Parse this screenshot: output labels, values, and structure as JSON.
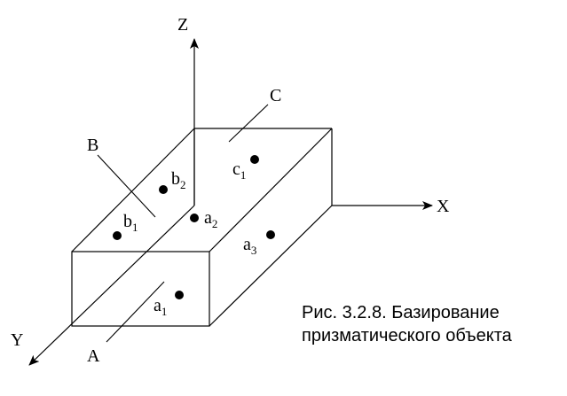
{
  "axes": {
    "z": "Z",
    "x": "X",
    "y": "Y"
  },
  "faces": {
    "top": "B",
    "back": "C",
    "front": "A"
  },
  "points": {
    "a1": {
      "base": "a",
      "index": "1"
    },
    "a2": {
      "base": "a",
      "index": "2"
    },
    "a3": {
      "base": "a",
      "index": "3"
    },
    "b1": {
      "base": "b",
      "index": "1"
    },
    "b2": {
      "base": "b",
      "index": "2"
    },
    "c1": {
      "base": "c",
      "index": "1"
    }
  },
  "caption": {
    "line1": "Рис. 3.2.8. Базирование",
    "line2": "призматического объекта"
  },
  "colors": {
    "ink": "#000000",
    "background": "#ffffff"
  }
}
